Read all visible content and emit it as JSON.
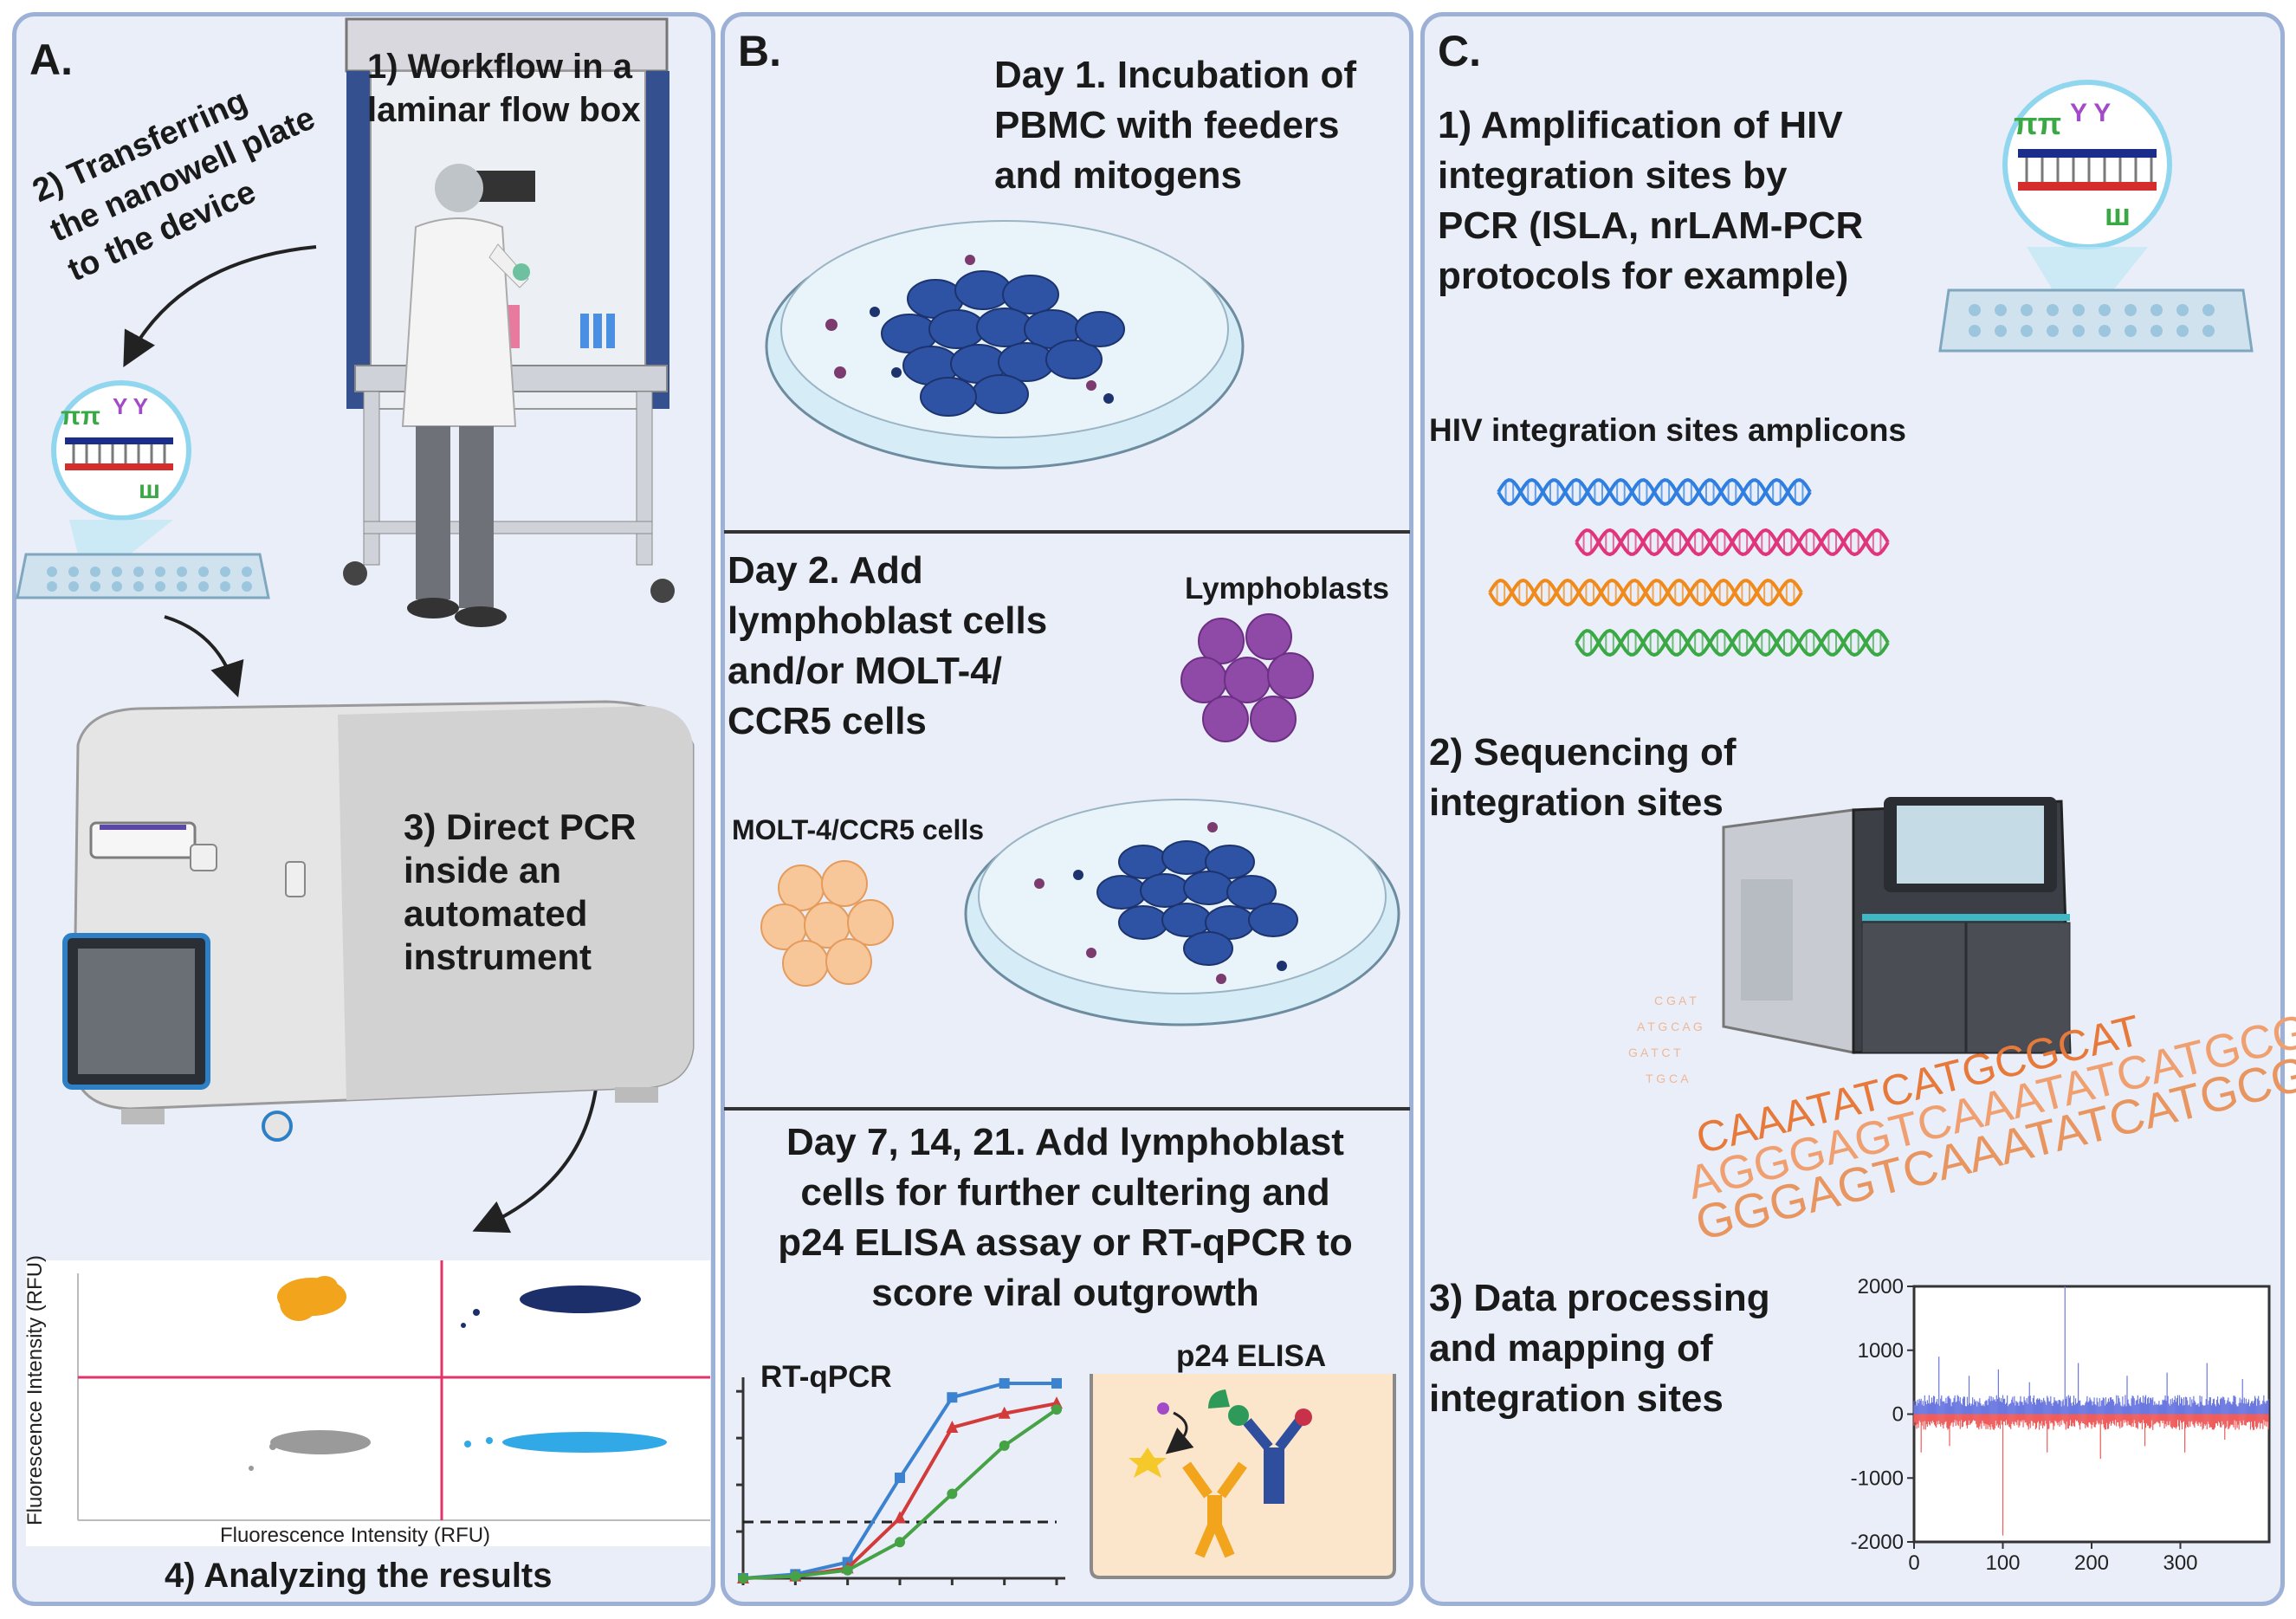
{
  "panels": {
    "a": {
      "letter": "A.",
      "step1": "1) Workflow in a\nlaminar flow box",
      "step2": "2) Transferring\nthe nanowell plate\nto the device",
      "step3": "3) Direct PCR\ninside an\nautomated\ninstrument",
      "step4": "4) Analyzing the results",
      "scatter_ylabel": "Fluorescence Intensity (RFU)",
      "scatter_xlabel": "Fluorescence Intensity (RFU)",
      "colors": {
        "orange": "#f2a41c",
        "navy": "#1d2f6b",
        "gray": "#9a9a9a",
        "cyan": "#30a9e6",
        "threshold": "#e2336b"
      }
    },
    "b": {
      "letter": "B.",
      "day1": "Day 1. Incubation of\nPBMC with feeders\nand mitogens",
      "day2": "Day 2. Add\nlymphoblast cells\nand/or MOLT-4/\nCCR5 cells",
      "lymphoblasts": "Lymphoblasts",
      "molt": "MOLT-4/CCR5 cells",
      "day7": "Day 7, 14, 21. Add lymphoblast\ncells for further cultering and\np24 ELISA assay or RT-qPCR to\nscore viral outgrowth",
      "rtqpcr": "RT-qPCR",
      "p24": "p24 ELISA"
    },
    "c": {
      "letter": "C.",
      "step1": "1) Amplification of HIV\nintegration sites by\nPCR (ISLA, nrLAM-PCR\nprotocols for example)",
      "amplicons": "HIV integration sites amplicons",
      "step2": "2) Sequencing of\nintegration sites",
      "step3": "3) Data processing\nand mapping of\nintegration sites",
      "seq1": "CAAATATCATGCGCAT",
      "seq2": "AGGGAGTCAAATATCATGCG",
      "seq3": "GGGAGTCAAATATCATGCGCAT",
      "dna_colors": [
        "#2f7fe0",
        "#e0357a",
        "#f08a1a",
        "#3aa844"
      ]
    }
  },
  "chart_data": [
    {
      "type": "line",
      "title": "RT-qPCR",
      "x": [
        0,
        1,
        2,
        3,
        4,
        5,
        6
      ],
      "series": [
        {
          "values": [
            0,
            0.02,
            0.08,
            0.5,
            0.9,
            0.97,
            0.97
          ],
          "color": "#3b82d0"
        },
        {
          "values": [
            0,
            0.01,
            0.05,
            0.3,
            0.75,
            0.82,
            0.87
          ],
          "color": "#d33a3a"
        },
        {
          "values": [
            0,
            0.01,
            0.04,
            0.18,
            0.42,
            0.66,
            0.84
          ],
          "color": "#45a245"
        }
      ],
      "threshold": 0.28
    },
    {
      "type": "bar",
      "title": "",
      "yticks": [
        2000,
        1000,
        0,
        -1000,
        -2000
      ],
      "xticks": [
        0,
        100,
        200,
        300
      ],
      "xlim": [
        0,
        400
      ],
      "ylim": [
        -2000,
        2000
      ],
      "positive_color": "#6b78e0",
      "negative_color": "#ee5c5c"
    }
  ]
}
